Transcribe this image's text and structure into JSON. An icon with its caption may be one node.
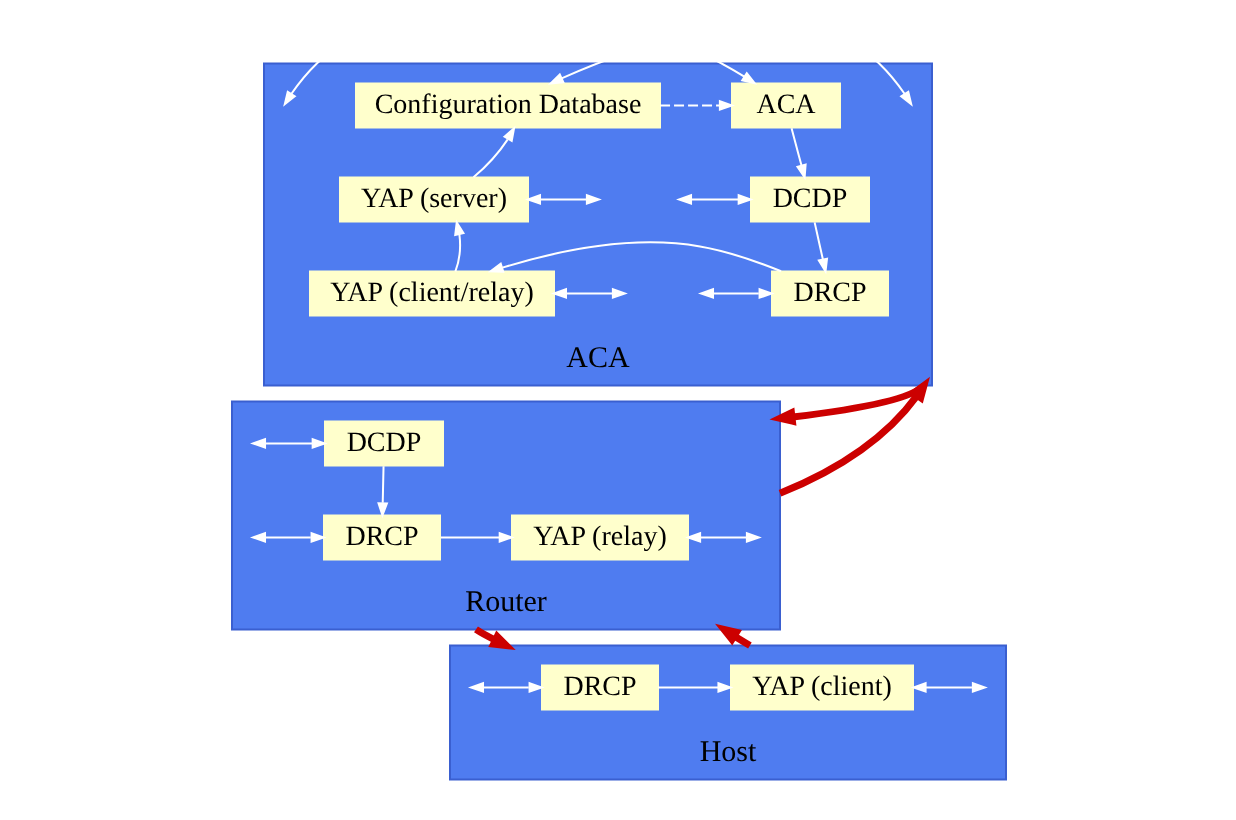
{
  "diagram": {
    "nodes": [
      {
        "text": [
          "ACA"
        ]
      },
      {
        "text": [
          "ACA"
        ],
        "in": 0
      },
      {
        "text": [
          "Configuration Database"
        ],
        "in": 0
      },
      {
        "text": [
          "DCDP"
        ],
        "in": 0
      },
      {
        "text": [
          "YAP (server)"
        ],
        "in": 0
      },
      {
        "text": [
          "DRCP"
        ],
        "in": 0
      },
      {
        "text": [
          "YAP (client/relay)"
        ],
        "in": 0
      },
      {
        "text": [
          "Router"
        ]
      },
      {
        "text": [
          "DCDP"
        ],
        "in": 7
      },
      {
        "text": [
          "DRCP"
        ],
        "in": 7
      },
      {
        "text": [
          "YAP (relay)"
        ],
        "in": 7
      },
      {
        "text": [
          "Host"
        ]
      },
      {
        "text": [
          "DRCP"
        ],
        "in": 11
      },
      {
        "text": [
          "YAP (client)"
        ],
        "in": 11
      }
    ],
    "edges": [
      {
        "from": 2,
        "to": 1,
        "arrow": "to",
        "style": "dashed"
      },
      {
        "from": 1,
        "to": 3,
        "arrow": "to"
      },
      {
        "from": 3,
        "to": 5,
        "arrow": "to"
      },
      {
        "from": 5,
        "to": 6,
        "arrow": "to"
      },
      {
        "from": 6,
        "to": 4,
        "arrow": "to"
      },
      {
        "from": 4,
        "to": 2,
        "arrow": "to"
      },
      {
        "from": 8,
        "to": 9,
        "arrow": "to"
      },
      {
        "from": 9,
        "to": 10,
        "arrow": "to"
      },
      {
        "from": 12,
        "to": 13,
        "arrow": "to"
      },
      {
        "from": 0,
        "to": 7,
        "arrow": "to",
        "style": "thick",
        "color": "#cc0000"
      },
      {
        "from": 7,
        "to": 11,
        "arrow": "to",
        "style": "thick",
        "color": "#cc0000"
      },
      {
        "from": 7,
        "to": 0,
        "arrow": "to",
        "style": "thick",
        "color": "#cc0000"
      },
      {
        "from": 11,
        "to": 7,
        "arrow": "to",
        "style": "thick",
        "color": "#cc0000"
      },
      {
        "from": null,
        "to": 1,
        "arrow": "both"
      },
      {
        "from": null,
        "to": 2,
        "arrow": "both"
      },
      {
        "from": null,
        "to": 3,
        "arrow": "both"
      },
      {
        "from": null,
        "to": 4,
        "arrow": "both"
      },
      {
        "from": null,
        "to": 5,
        "arrow": "both"
      },
      {
        "from": null,
        "to": 6,
        "arrow": "both"
      },
      {
        "from": null,
        "to": 8,
        "arrow": "both"
      },
      {
        "from": null,
        "to": 9,
        "arrow": "both"
      },
      {
        "from": null,
        "to": 10,
        "arrow": "both"
      },
      {
        "from": null,
        "to": 12,
        "arrow": "both"
      },
      {
        "from": null,
        "to": 13,
        "arrow": "both"
      }
    ]
  }
}
